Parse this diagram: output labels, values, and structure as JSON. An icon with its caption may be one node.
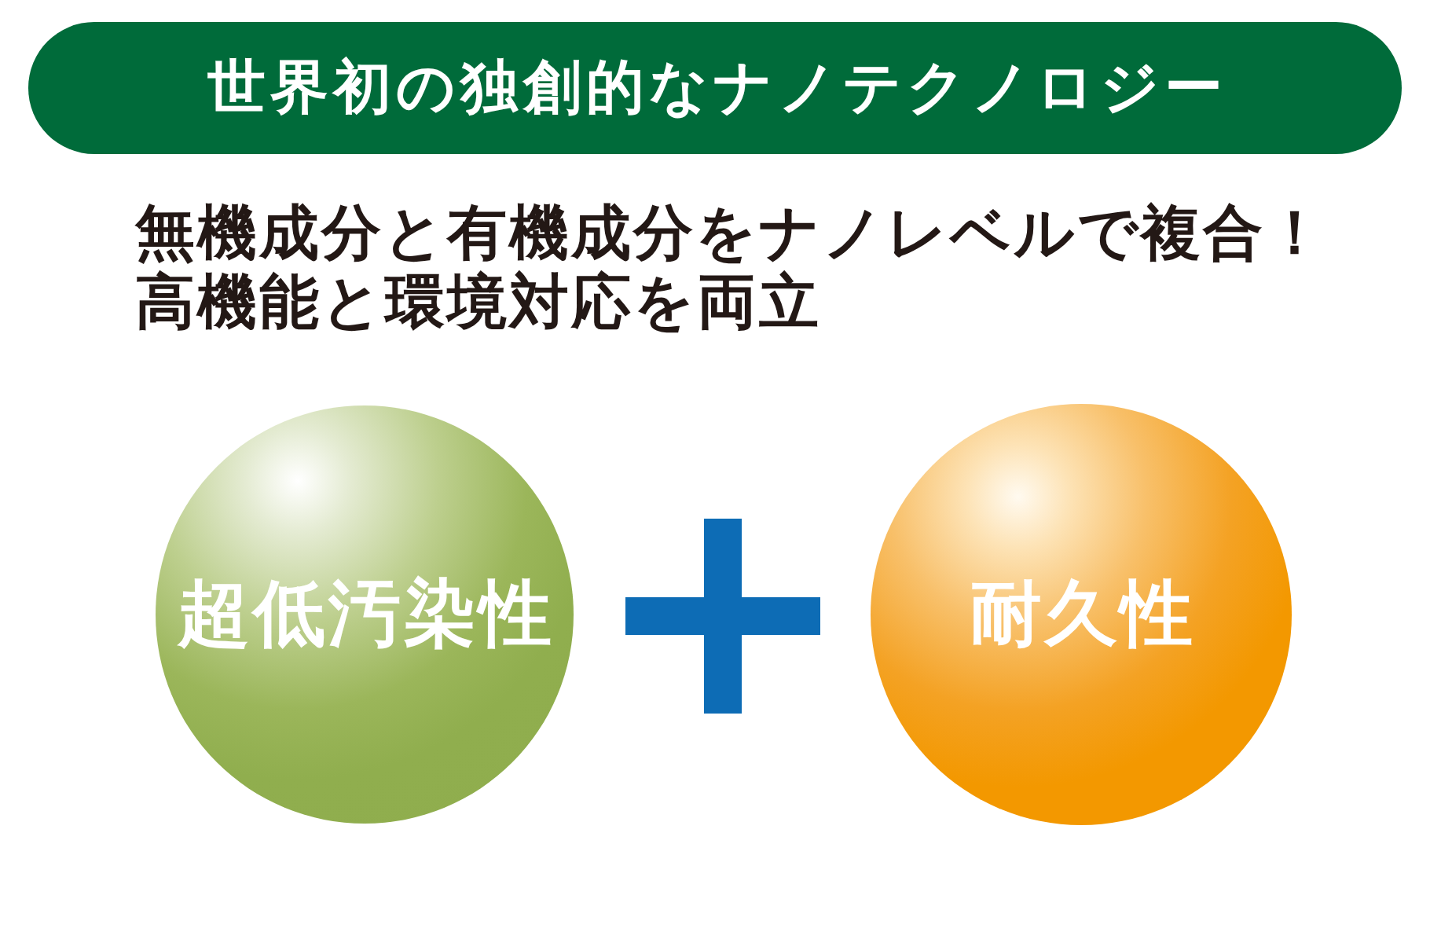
{
  "diagram": {
    "title": "世界初の独創的なナノテクノロジー",
    "nodes": [
      {
        "text": [
          "超低汚染性"
        ]
      },
      {
        "text": [
          "耐久性"
        ]
      }
    ],
    "labels": [
      "無機成分と有機成分をナノレベルで複合！",
      "高機能と環境対応を両立"
    ]
  }
}
